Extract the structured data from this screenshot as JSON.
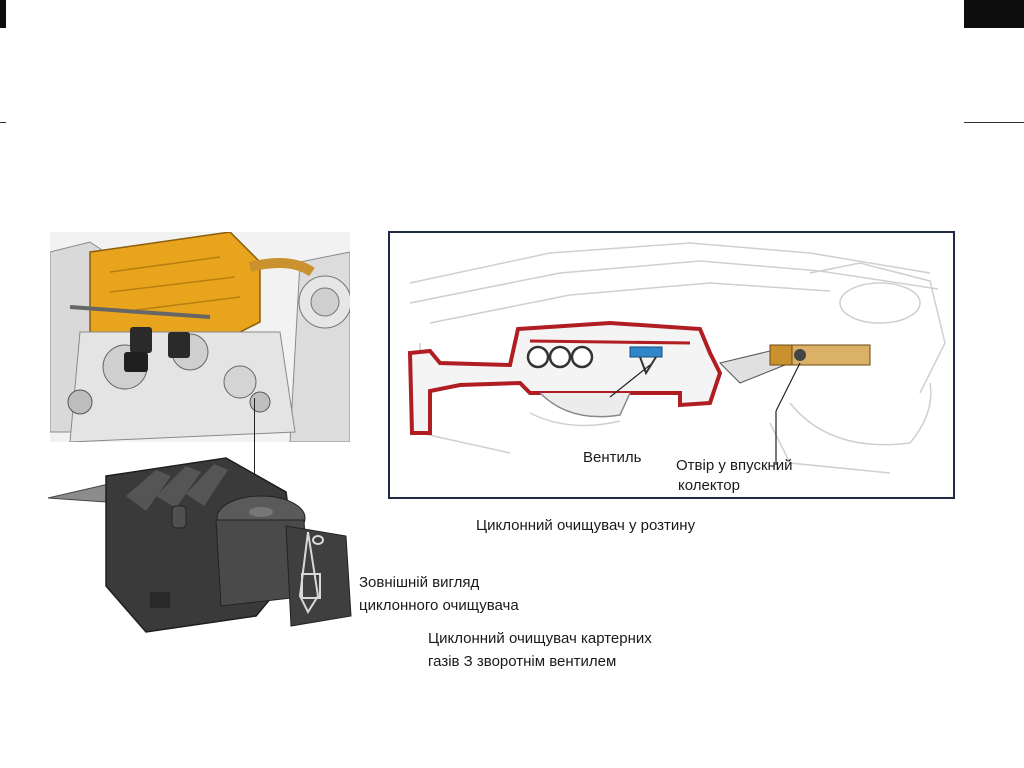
{
  "labels": {
    "valve": "Вентиль",
    "intake_port_line1": "Отвір у впускний",
    "intake_port_line2": "колектор",
    "section_caption": "Циклонний очищувач у розтину",
    "exterior_line1": "Зовнішній вигляд",
    "exterior_line2": "циклонного очищувача",
    "main_caption_line1": "Циклонний очищувач картерних",
    "main_caption_line2": "газів   З зворотнім вентилем"
  },
  "colors": {
    "engine_cover": "#e8a41c",
    "housing_cut": "#b01e23",
    "valve_accent": "#2f86c8",
    "intake_pipe": "#c9922e",
    "module_body": "#3a3a3a",
    "frame_border": "#1f2a44"
  }
}
